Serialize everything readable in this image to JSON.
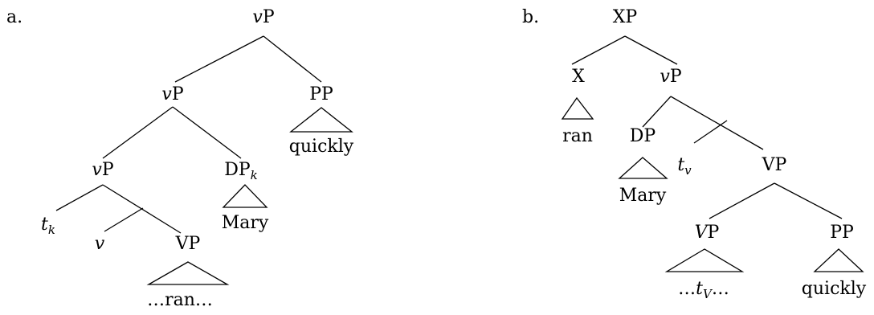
{
  "trees": {
    "a": {
      "label": "a.",
      "root": {
        "cat": "v",
        "head": "P"
      },
      "vp_mid": {
        "cat": "v",
        "head": "P"
      },
      "pp": "PP",
      "pp_content": "quickly",
      "vp_low": {
        "cat": "v",
        "head": "P"
      },
      "dp": {
        "head": "DP",
        "sub": "k"
      },
      "dp_content": "Mary",
      "trace": {
        "t": "t",
        "sub": "k"
      },
      "v_head": "v",
      "vp": "VP",
      "vp_content": "…ran…"
    },
    "b": {
      "label": "b.",
      "root": "XP",
      "x": "X",
      "x_content": "ran",
      "vp_top": {
        "cat": "v",
        "head": "P"
      },
      "dp": "DP",
      "dp_content": "Mary",
      "trace_v": {
        "t": "t",
        "sub": "v"
      },
      "vp": "VP",
      "vp_inner": {
        "cat": "V",
        "head": "P"
      },
      "vp_inner_content": {
        "pre": "…",
        "t": "t",
        "sub": "V",
        "post": "…"
      },
      "pp": "PP",
      "pp_content": "quickly"
    }
  }
}
